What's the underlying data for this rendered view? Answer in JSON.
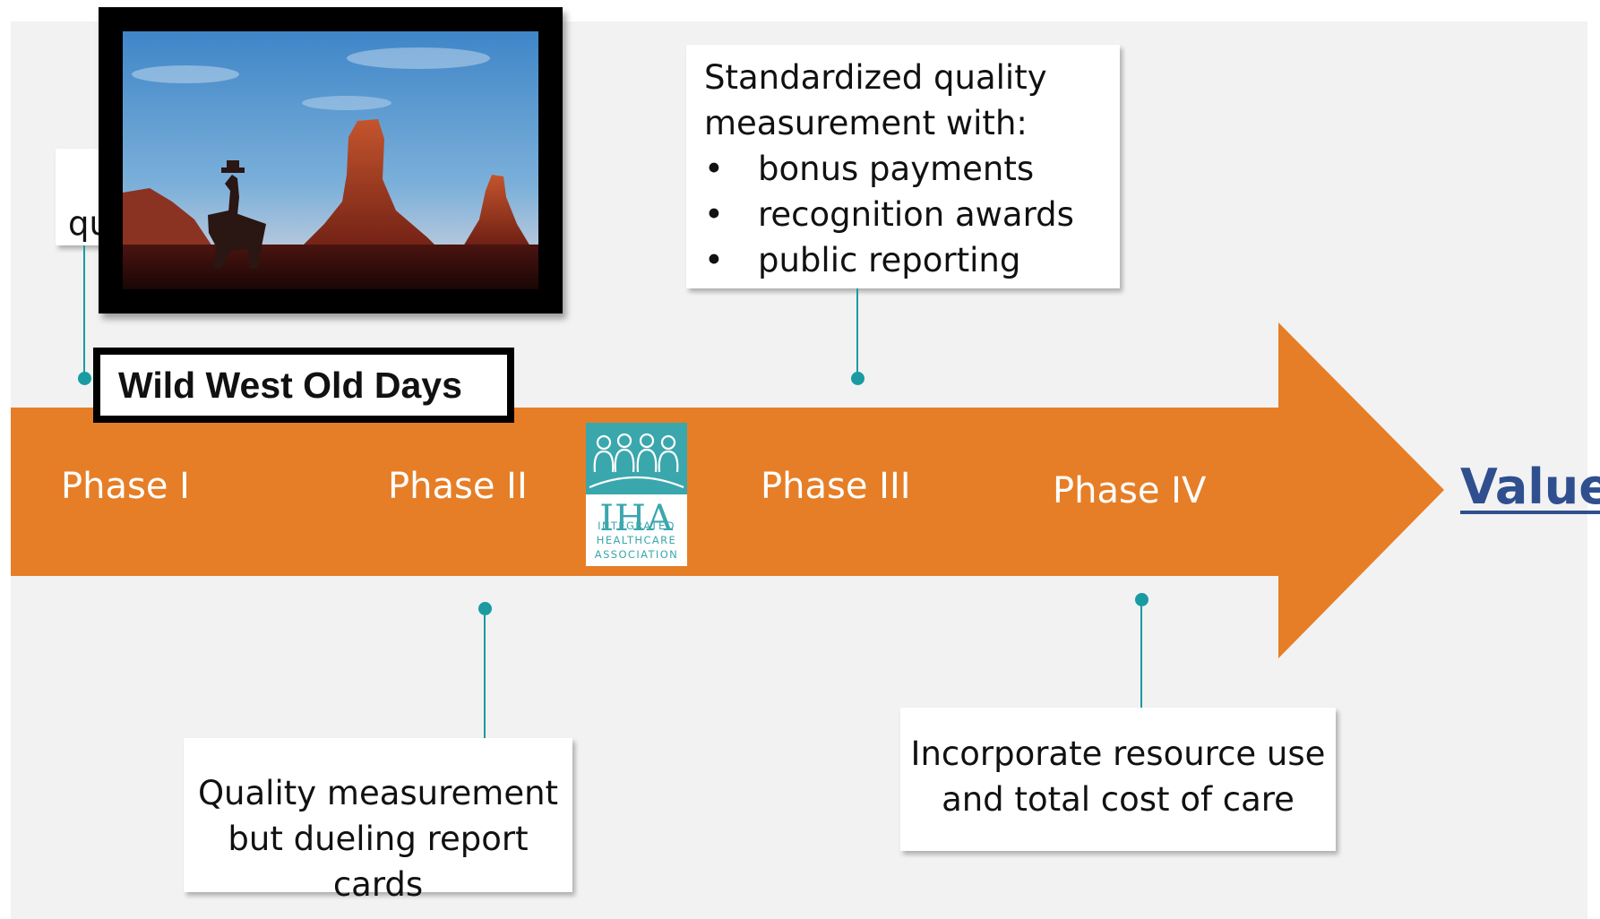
{
  "colors": {
    "arrow": "#e67e27",
    "panel_background": "#f2f2f2",
    "leader_line": "#1a9ba2",
    "value_text": "#2f4f8f",
    "logo_teal": "#3aa7ad"
  },
  "phases": [
    "Phase I",
    "Phase II",
    "Phase III",
    "Phase IV"
  ],
  "destination": "Value",
  "era_caption": "Wild West Old Days",
  "phase1_callout_visible_text": "qu",
  "phase2_callout": {
    "lines": [
      "Quality measurement",
      "but dueling report cards"
    ]
  },
  "phase3_callout": {
    "lines": [
      "Standardized quality",
      "measurement with:"
    ],
    "bullet_glyph": "•",
    "bullets": [
      "bonus payments",
      "recognition awards",
      "public reporting"
    ]
  },
  "phase4_callout": {
    "lines": [
      "Incorporate resource use",
      "and total cost of care"
    ]
  },
  "logo": {
    "wordmark": "IHA",
    "subtitle_lines": [
      "INTEGRATED",
      "HEALTHCARE",
      "ASSOCIATION"
    ]
  },
  "photo": {
    "subject": "cowboy-on-horse-monument-valley-image"
  }
}
